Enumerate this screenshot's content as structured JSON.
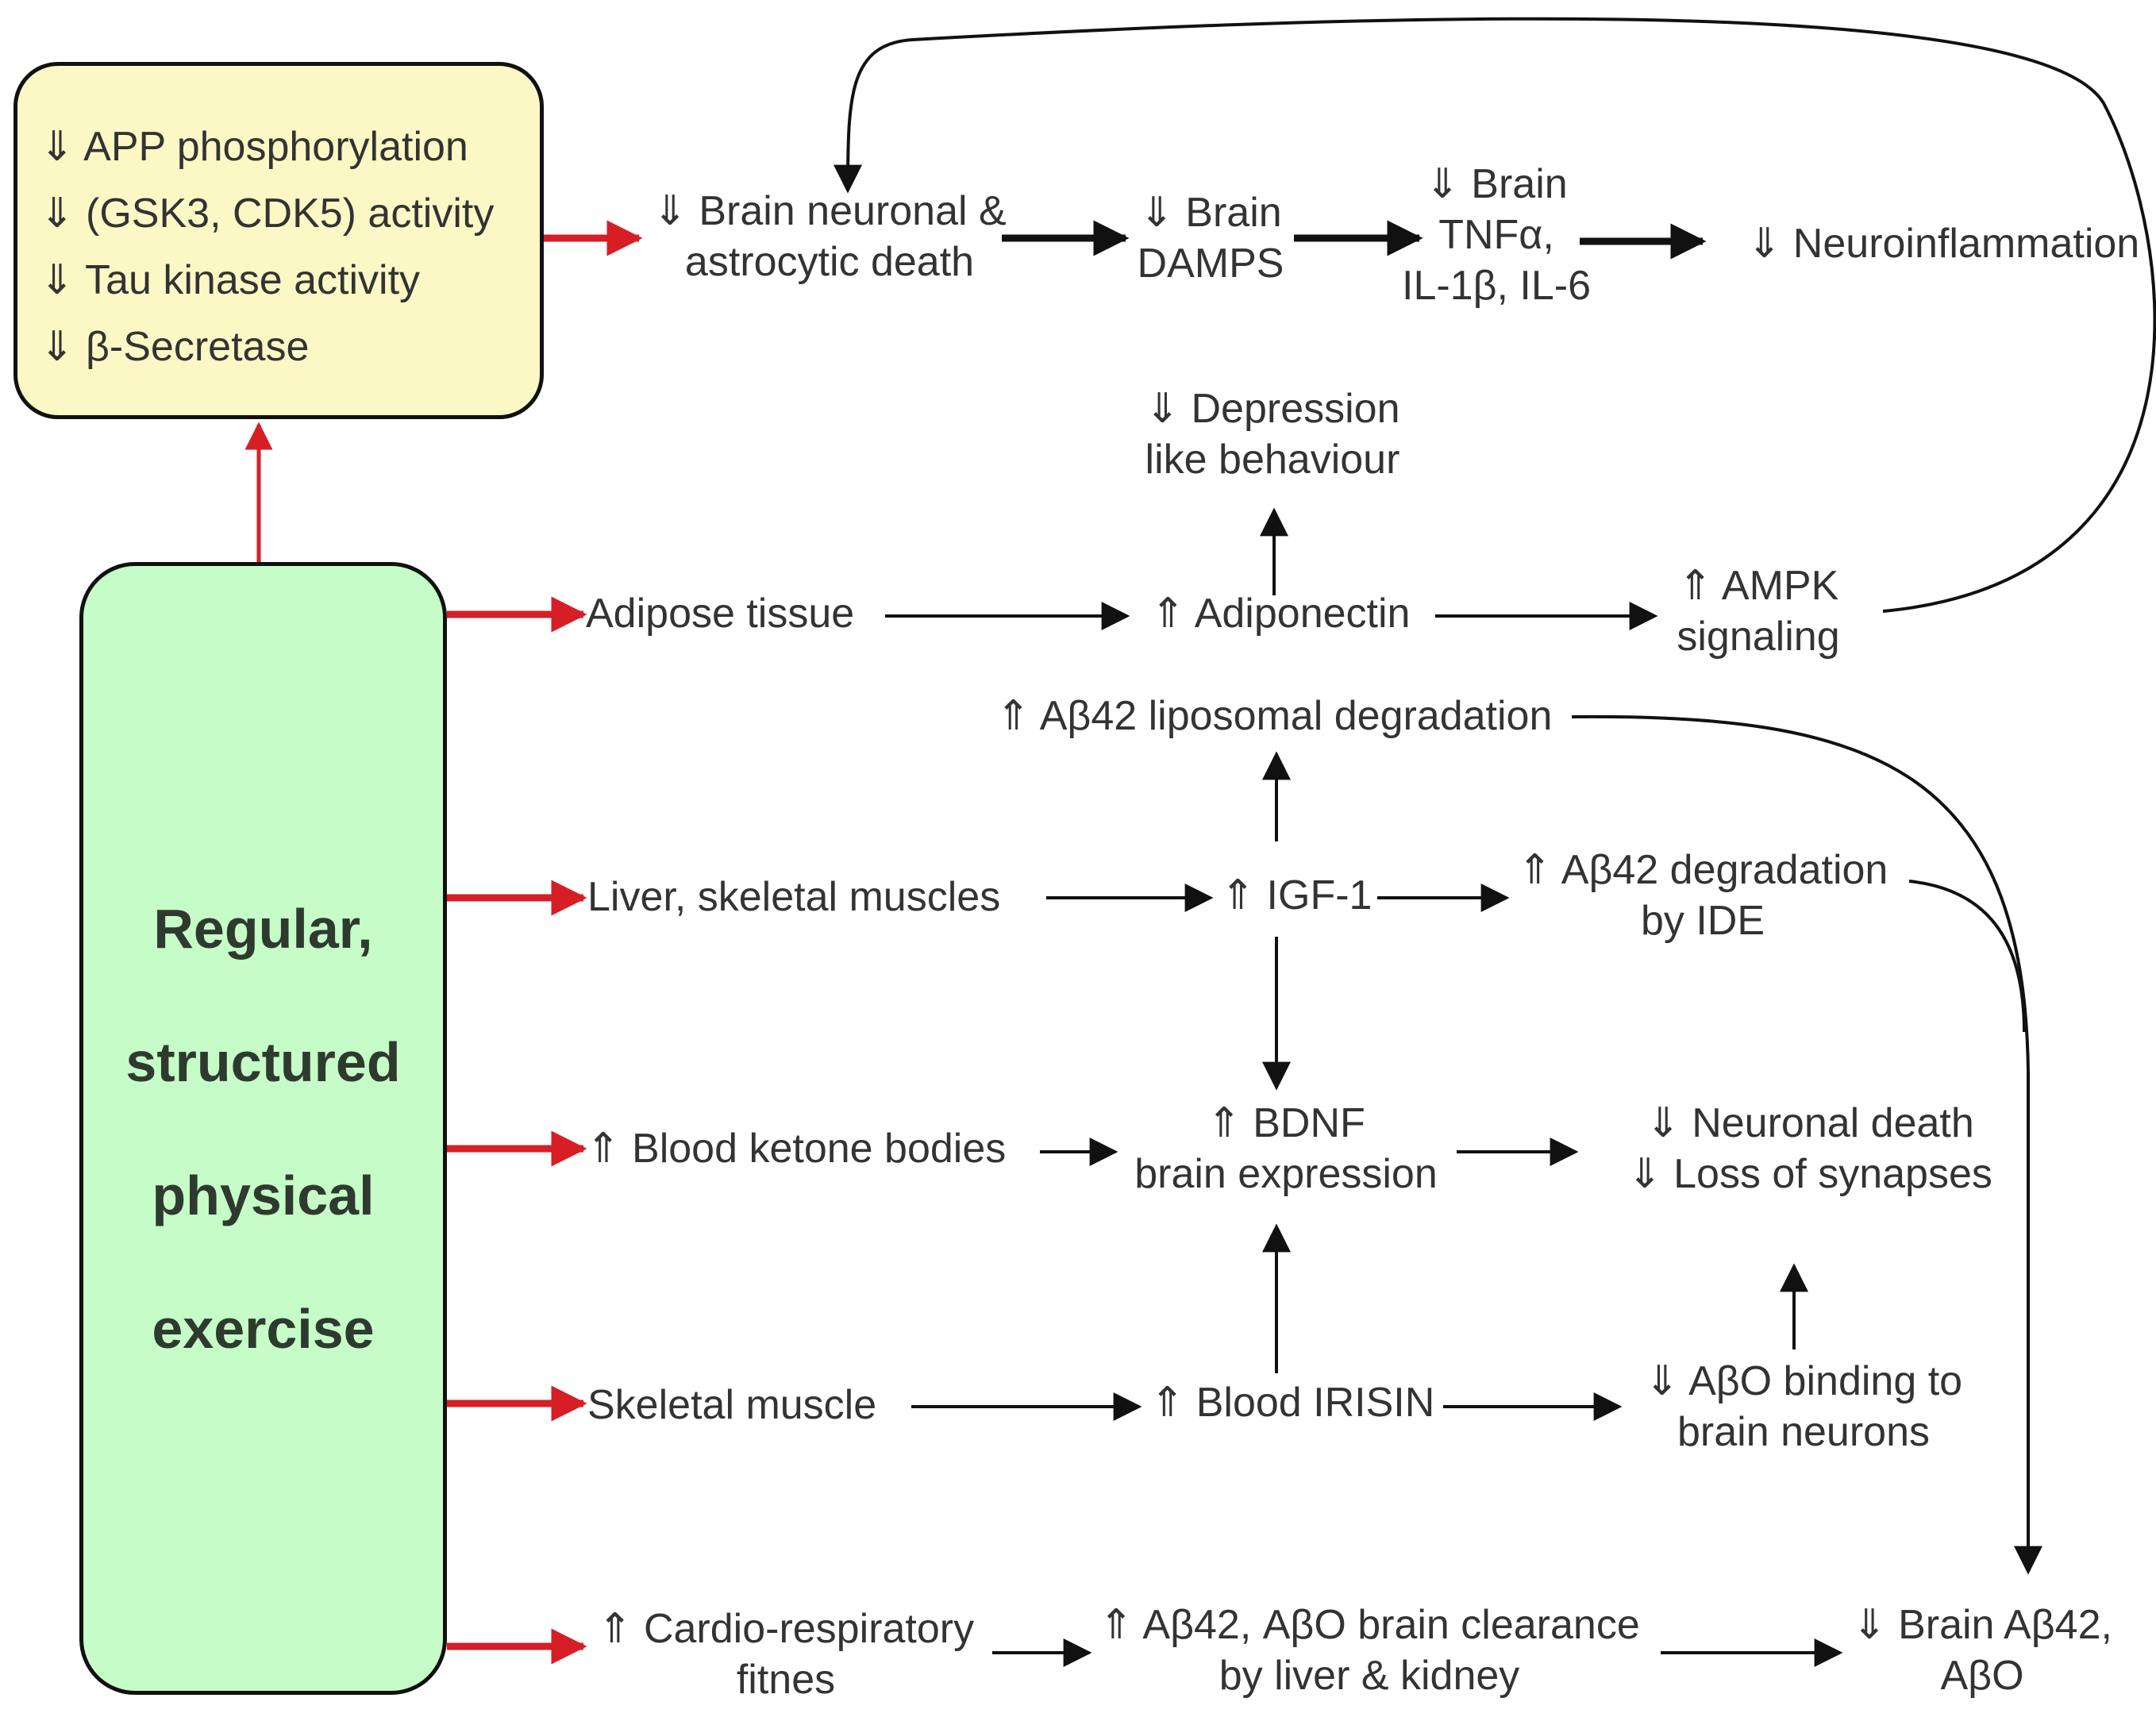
{
  "box_effects": {
    "lines": [
      "⇓ APP phosphorylation",
      "⇓ (GSK3, CDK5) activity",
      "⇓ Tau kinase activity",
      "⇓ β-Secretase"
    ]
  },
  "exercise": {
    "lines": [
      "Regular,",
      "structured",
      "physical",
      "exercise"
    ]
  },
  "nodes": {
    "brain_death": [
      "⇓ Brain neuronal &",
      "astrocytic death"
    ],
    "damps": [
      "⇓ Brain",
      "DAMPS"
    ],
    "cytokines": [
      "⇓ Brain",
      "TNFα,",
      "IL-1β, IL-6"
    ],
    "neuroinflammation": "⇓ Neuroinflammation",
    "depression": [
      "⇓ Depression",
      "like behaviour"
    ],
    "adipose": "Adipose tissue",
    "adiponectin": "⇑ Adiponectin",
    "ampk": [
      "⇑ AMPK",
      "signaling"
    ],
    "liposomal": "⇑ Aβ42 liposomal degradation",
    "liver_muscle": "Liver, skeletal muscles",
    "igf1": "⇑ IGF-1",
    "ide": [
      "⇑ Aβ42 degradation",
      "by IDE"
    ],
    "ketone": "⇑ Blood ketone bodies",
    "bdnf": [
      "⇑ BDNF",
      "brain expression"
    ],
    "neuronal_death": [
      "⇓ Neuronal death",
      "⇓ Loss of synapses"
    ],
    "skeletal": "Skeletal muscle",
    "irisin": "⇑ Blood IRISIN",
    "abo_binding": [
      "⇓ AβO binding to",
      "brain neurons"
    ],
    "cardio": [
      "⇑ Cardio-respiratory",
      "fitnes"
    ],
    "clearance": [
      "⇑ Aβ42, AβO brain clearance",
      "by liver & kidney"
    ],
    "brain_ab": [
      "⇓ Brain Aβ42,",
      "AβO"
    ]
  },
  "colors": {
    "effects_box": "#fbf8c6",
    "exercise_box": "#c6fcc8",
    "red_arrow": "#d71e25",
    "black_arrow": "#111111",
    "text": "#333333"
  }
}
